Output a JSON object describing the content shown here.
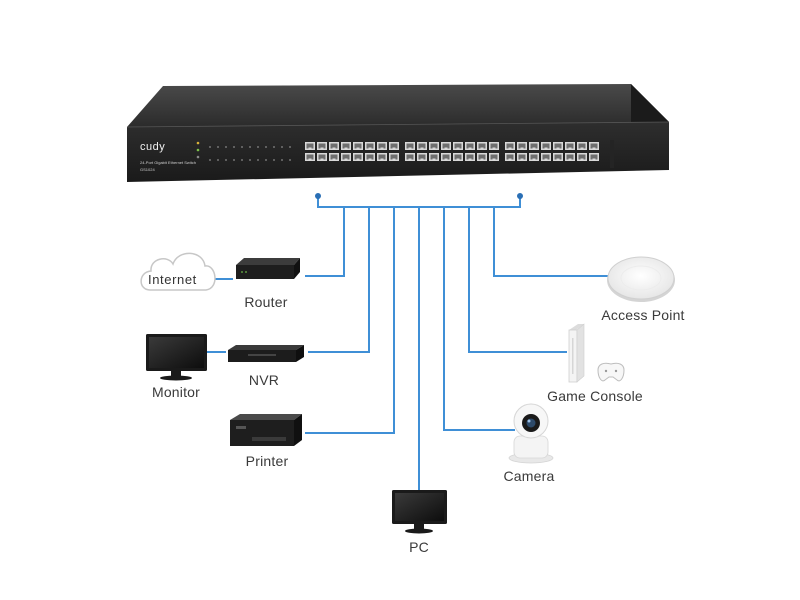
{
  "switch": {
    "brand": "cudy",
    "model_text": "24-Port Gigabit Ethernet Switch",
    "model_number": "GS1024"
  },
  "devices": {
    "internet": "Internet",
    "router": "Router",
    "monitor": "Monitor",
    "nvr": "NVR",
    "printer": "Printer",
    "pc": "PC",
    "access_point": "Access Point",
    "game_console": "Game Console",
    "camera": "Camera"
  },
  "colors": {
    "link": "#3f8fd6",
    "switch_body": "#2a2a2a",
    "device_dark": "#1f1f1f"
  }
}
